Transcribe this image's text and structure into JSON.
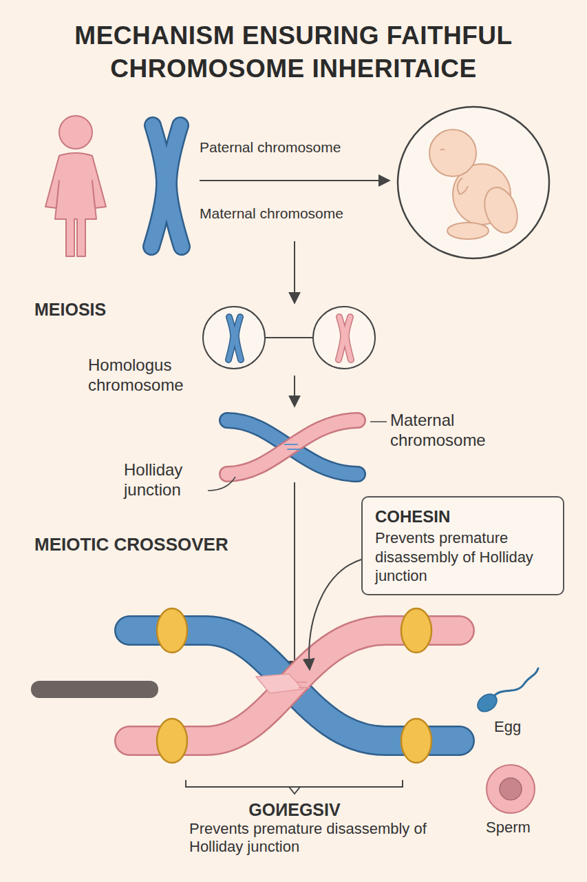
{
  "diagram": {
    "title": "MECHANISM ENSURING FAITHFUL CHROMOSOME INHERITAICE",
    "nodes": [
      {
        "text": [
          "COHESIN",
          "Prevents premature disassembly of Holliday junction"
        ]
      }
    ],
    "labels": [
      "Paternal chromosome",
      "Maternal chromosome",
      "MEIOSIS",
      "Homologus chromosome",
      "Maternal chromosome",
      "Holliday junction",
      "MEIOTIC CROSSOVER",
      "GOИEGSIV",
      "Prevents premature disassembly of Holliday junction",
      "Egg",
      "Sperm"
    ]
  }
}
